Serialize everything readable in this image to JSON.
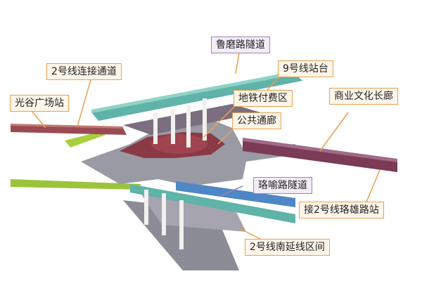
{
  "labels": {
    "lu_mo_tunnel": "鲁磨路隧道",
    "line2_connector": "2号线连接通道",
    "line9_platform": "9号线站台",
    "guanggu_station": "光谷广场站",
    "metro_paid_area": "地铁付费区",
    "commercial_corridor": "商业文化长廊",
    "public_corridor": "公共通廊",
    "luoyu_tunnel": "珞喻路隧道",
    "line2_luoxiong": "接2号线珞雄路站",
    "line2_south_ext": "2号线南延线区间"
  },
  "colors": {
    "callout_border_orange": "#e8a050",
    "callout_border_purple": "#9b86b8",
    "platform_maroon": "#8a3a45",
    "tunnel_teal": "#5fb3a8",
    "tunnel_blue": "#4f86c6",
    "track_green": "#9bc43a",
    "concrete_grey": "#9a9aa4",
    "column_white": "#f2f0ee"
  }
}
